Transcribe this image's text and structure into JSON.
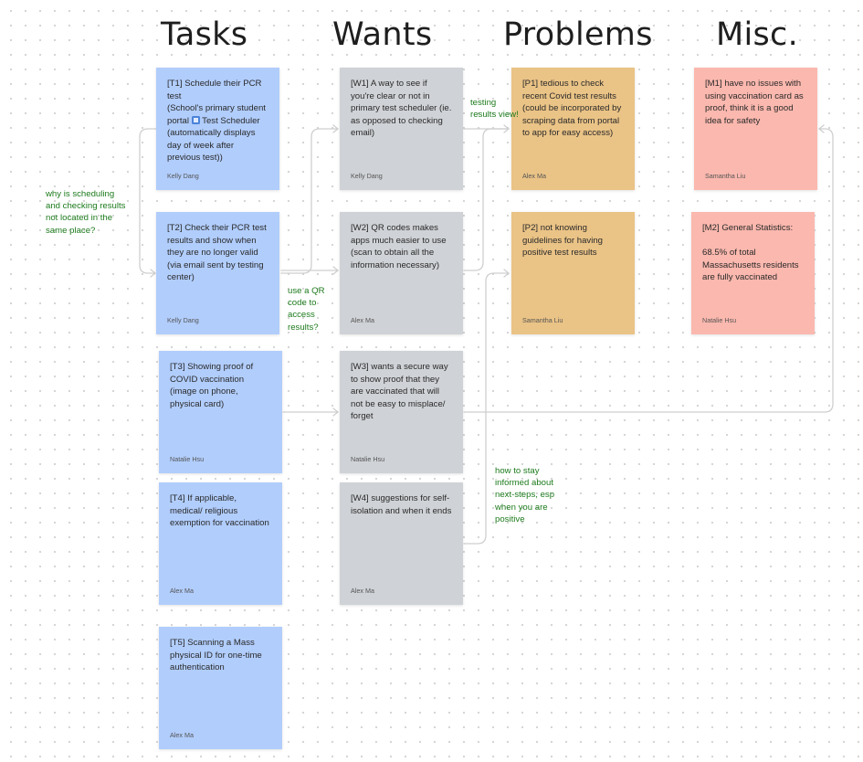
{
  "headings": {
    "tasks": "Tasks",
    "wants": "Wants",
    "problems": "Problems",
    "misc": "Misc."
  },
  "tasks": [
    {
      "pre": "[T1] Schedule their PCR test\n(School's primary student portal ",
      "post": " Test Scheduler (automatically displays day of week after previous test))",
      "author": "Kelly Dang"
    },
    {
      "text": "[T2] Check their PCR test results and show when they are no longer valid\n(via email sent by testing center)",
      "author": "Kelly Dang"
    },
    {
      "text": "[T3] Showing proof of COVID vaccination (image on phone, physical card)",
      "author": "Natalie Hsu"
    },
    {
      "text": "[T4] If applicable, medical/ religious exemption for vaccination",
      "author": "Alex Ma"
    },
    {
      "text": "[T5] Scanning a Mass physical ID for one-time authentication",
      "author": "Alex Ma"
    }
  ],
  "wants": [
    {
      "text": "[W1] A way to see if you're clear or not in primary test scheduler (ie. as opposed to checking email)",
      "author": "Kelly Dang"
    },
    {
      "text": "[W2] QR codes makes apps much easier to use (scan to obtain all the information necessary)",
      "author": "Alex Ma"
    },
    {
      "text": "[W3] wants a secure way to show proof that they are vaccinated that will not be easy to misplace/ forget",
      "author": "Natalie Hsu"
    },
    {
      "text": "[W4] suggestions for self-isolation and when it ends",
      "author": "Alex Ma"
    }
  ],
  "problems": [
    {
      "text": "[P1] tedious to check recent Covid test results (could be incorporated by scraping data from portal to app for easy access)",
      "author": "Alex Ma"
    },
    {
      "text": "[P2] not knowing guidelines for having positive test results",
      "author": "Samantha Liu"
    }
  ],
  "misc": [
    {
      "text": "[M1] have no issues with using vaccination card as proof, think it is a good idea for safety",
      "author": "Samantha Liu"
    },
    {
      "text": "[M2] General Statistics:\n\n68.5% of total Massachusetts residents are fully vaccinated",
      "author": "Natalie Hsu"
    }
  ],
  "notes": {
    "scheduling": "why is scheduling\nand checking results\nnot located in the\nsame place?",
    "testing": "testing\nresults view!",
    "qr": "use a QR\ncode to\naccess\nresults?",
    "informed": "how to stay\ninformed about\nnext-steps, esp\nwhen you are\npositive"
  },
  "colors": {
    "task": "#b1cdfc",
    "want": "#cfd2d6",
    "problem": "#eac386",
    "misc": "#fbb8ae",
    "note": "#1c7a1c",
    "connector": "#cfcfcf"
  }
}
